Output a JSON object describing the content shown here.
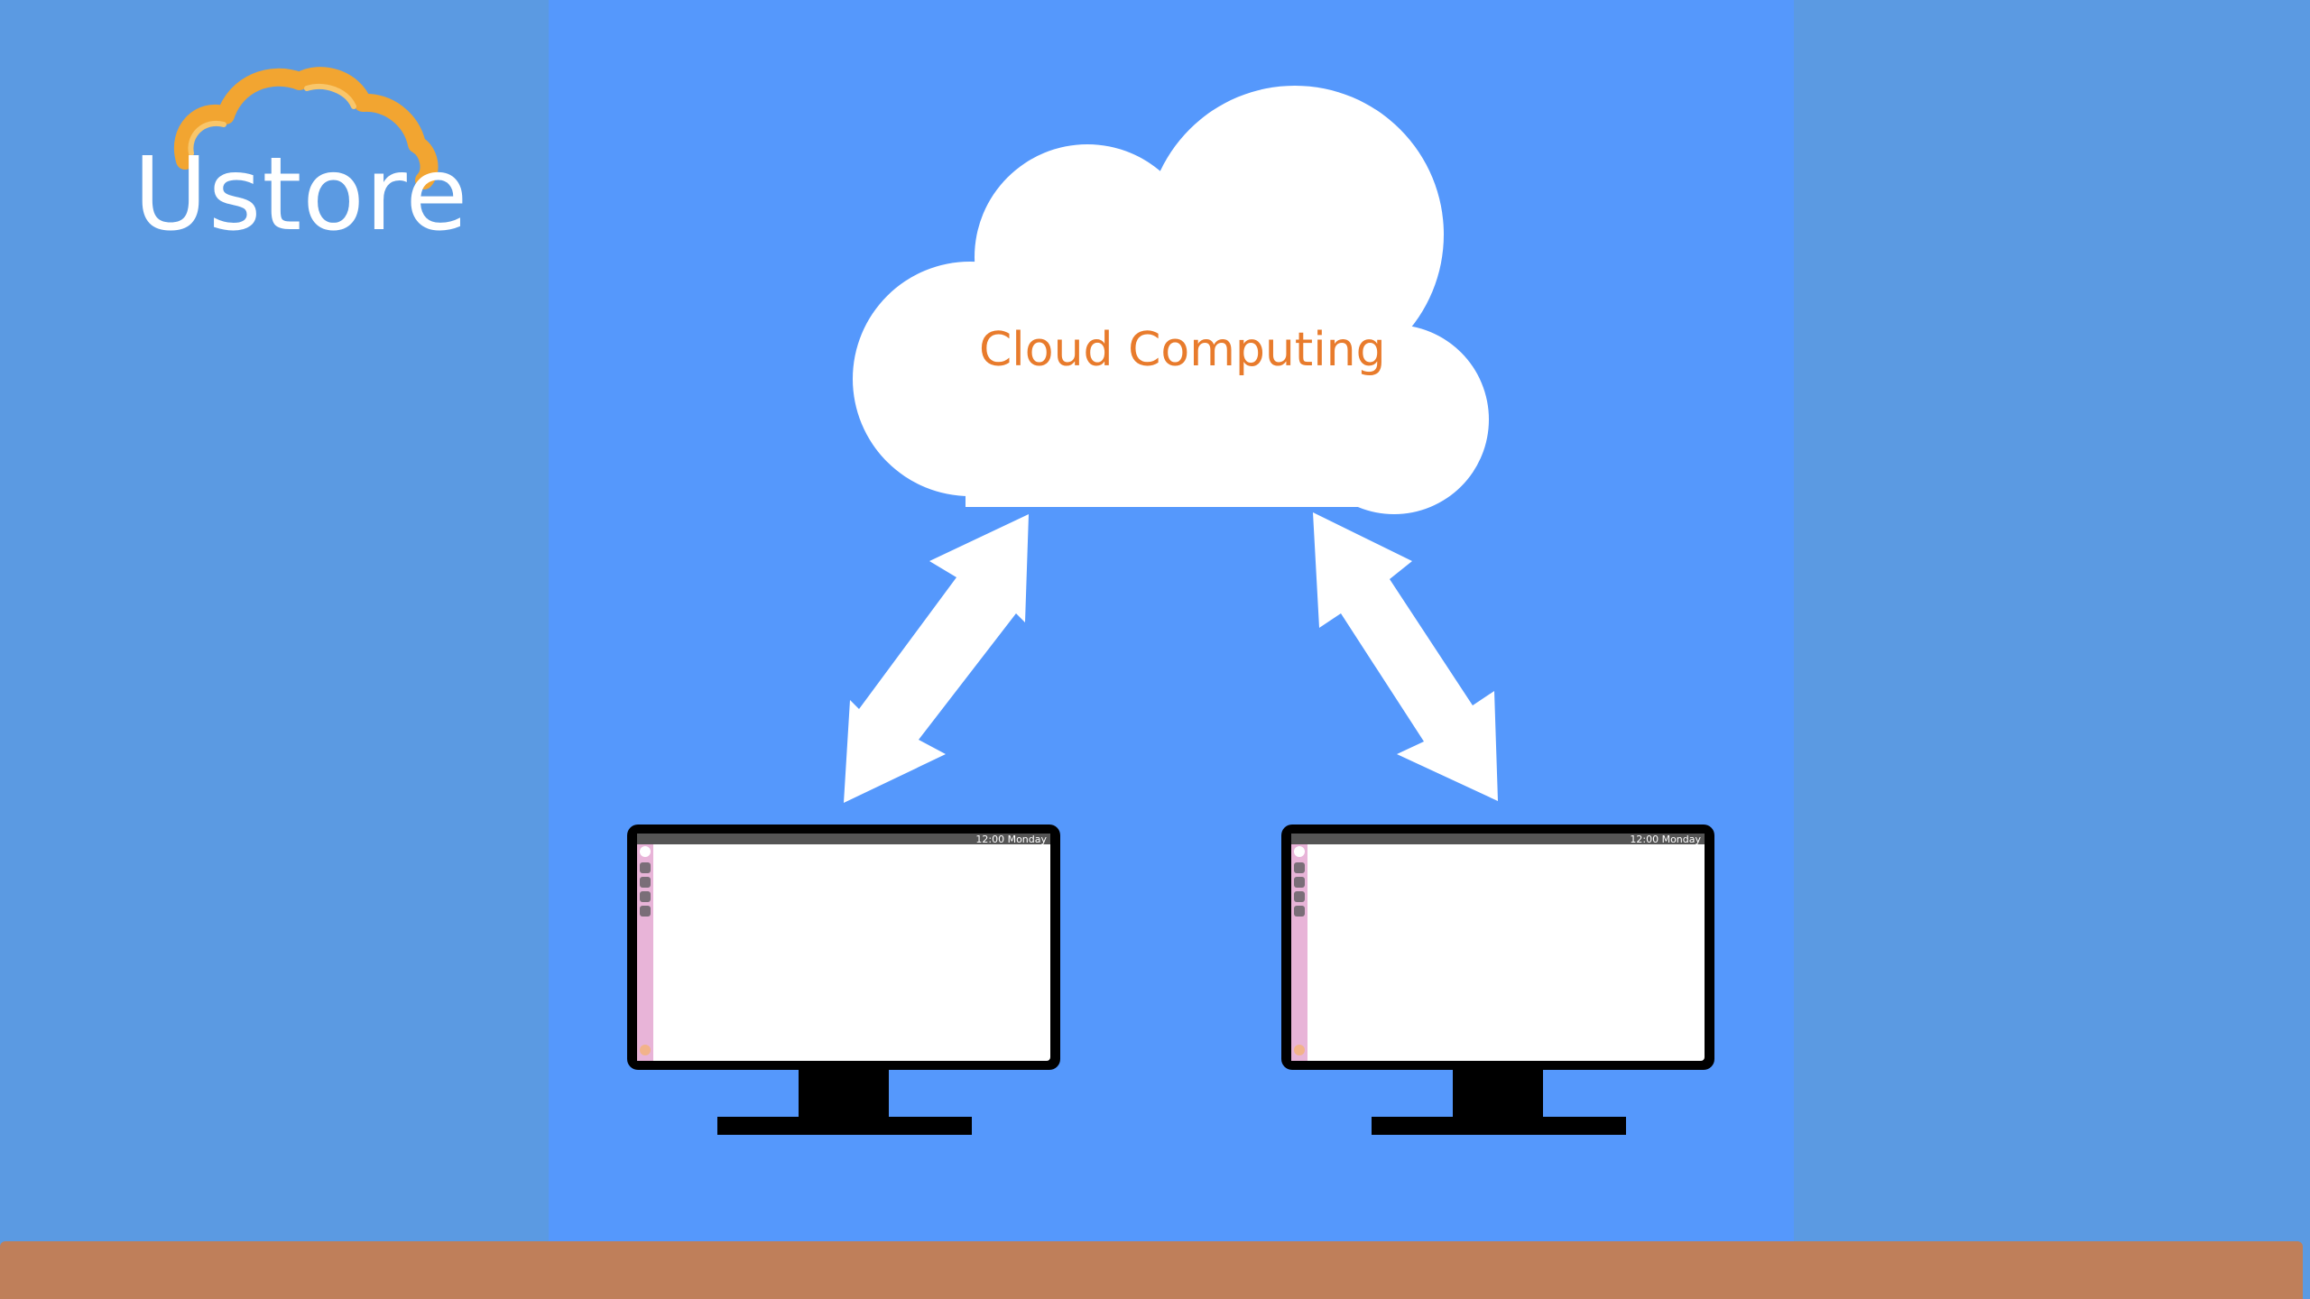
{
  "logo": {
    "text": "Ustore",
    "cloud_color": "#f2a531"
  },
  "cloud": {
    "label": "Cloud Computing",
    "label_color": "#e87b2c"
  },
  "monitors": [
    {
      "clock": "12:00 Monday"
    },
    {
      "clock": "12:00 Monday"
    }
  ],
  "colors": {
    "background": "#5b9ae2",
    "panel": "#5598fc",
    "floor": "#bf7f5a",
    "launcher": "#e8b4d8"
  }
}
